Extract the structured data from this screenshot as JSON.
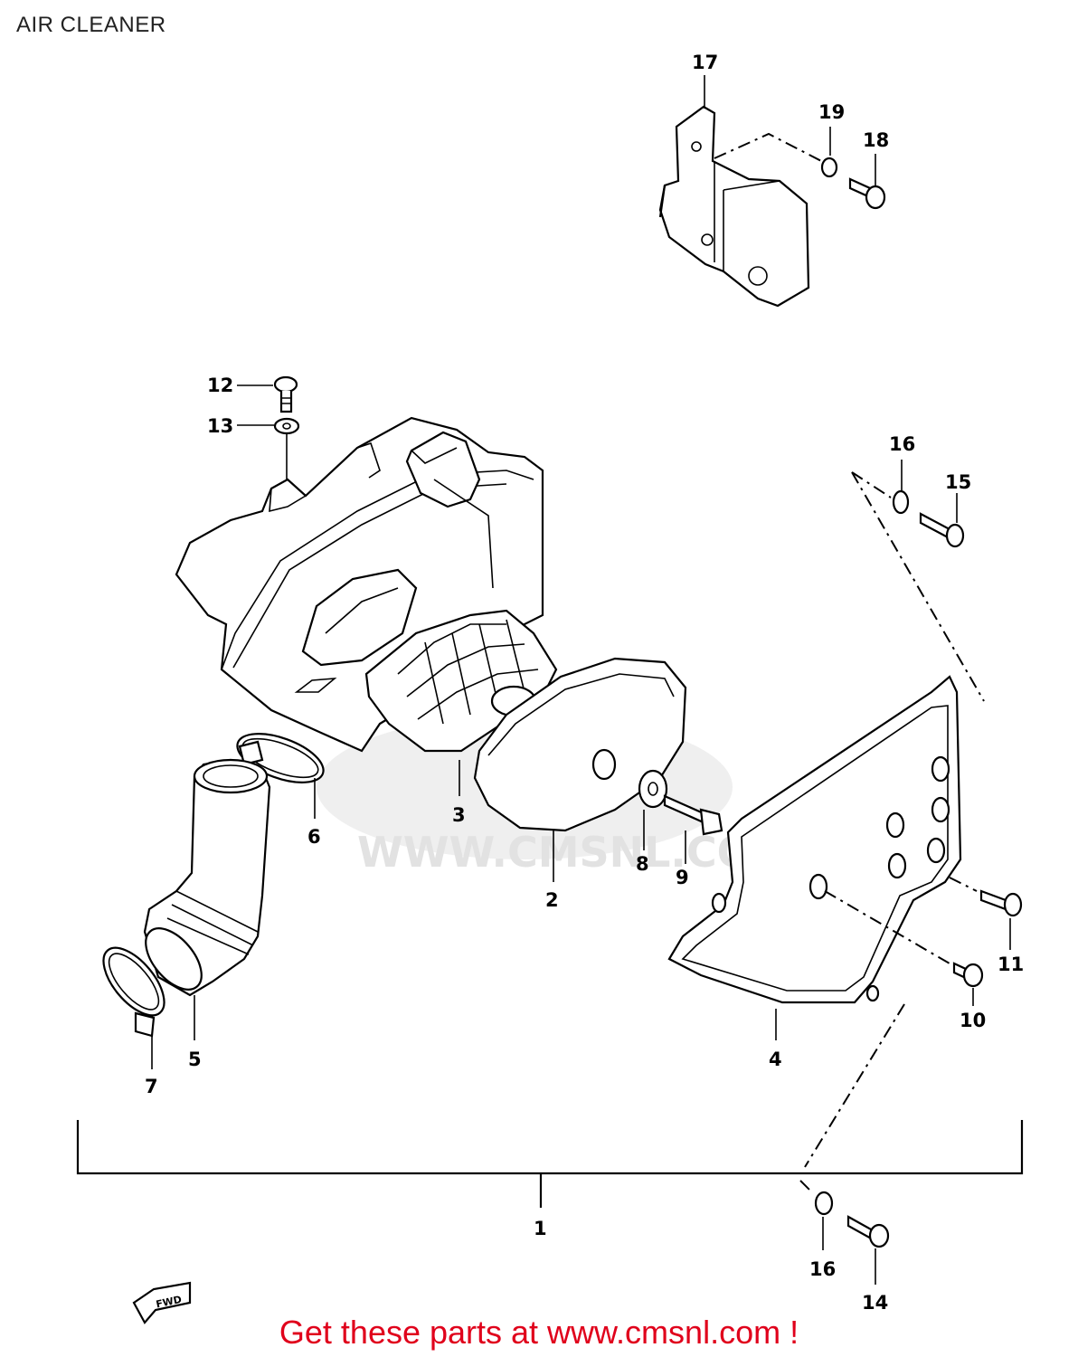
{
  "title": "AIR CLEANER",
  "watermark": "WWW.CMSNL.COM",
  "footer": "Get these parts at www.cmsnl.com !",
  "fwd_label": "FWD",
  "callouts": {
    "c1": "1",
    "c2": "2",
    "c3": "3",
    "c4": "4",
    "c5": "5",
    "c6": "6",
    "c7": "7",
    "c8": "8",
    "c9": "9",
    "c10": "10",
    "c11": "11",
    "c12": "12",
    "c13": "13",
    "c14": "14",
    "c15": "15",
    "c16a": "16",
    "c16b": "16",
    "c17": "17",
    "c18": "18",
    "c19": "19"
  },
  "colors": {
    "footer": "#e0001b",
    "watermark": "#e2e2e2",
    "line": "#000000"
  }
}
